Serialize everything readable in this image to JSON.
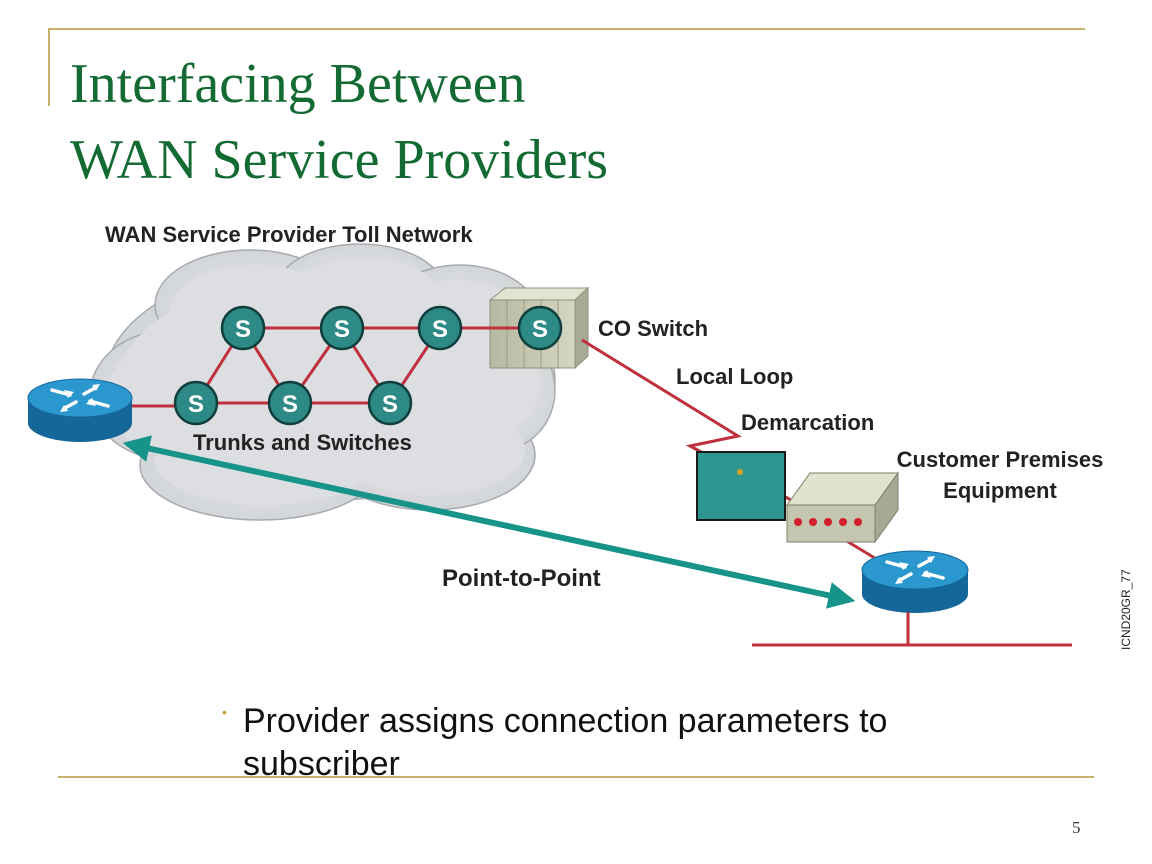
{
  "slide": {
    "title_line1": "Interfacing Between",
    "title_line2": "WAN Service Providers",
    "page_number": "5"
  },
  "diagram": {
    "cloud_label": "WAN Service Provider Toll Network",
    "trunks_label": "Trunks and Switches",
    "switch_symbol": "S",
    "co_switch_label": "CO Switch",
    "local_loop_label": "Local Loop",
    "demarcation_label": "Demarcation",
    "cpe_label_line1": "Customer Premises",
    "cpe_label_line2": "Equipment",
    "ptp_label": "Point-to-Point",
    "figure_code": "ICND20GR_77",
    "colors": {
      "link": "#c0303c",
      "switch": "#2e8a86",
      "cloud": "#d8dadd",
      "router": "#1b7fb5",
      "ptp_arrow": "#17948a",
      "title": "#136b33",
      "rule": "#c8b26a"
    }
  },
  "bullets": [
    "Provider assigns connection parameters to subscriber"
  ]
}
